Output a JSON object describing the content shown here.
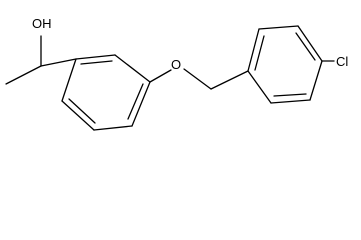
{
  "molecule": {
    "labels": {
      "hydroxyl": "OH",
      "ether_oxygen": "O",
      "chlorine": "Cl"
    }
  }
}
